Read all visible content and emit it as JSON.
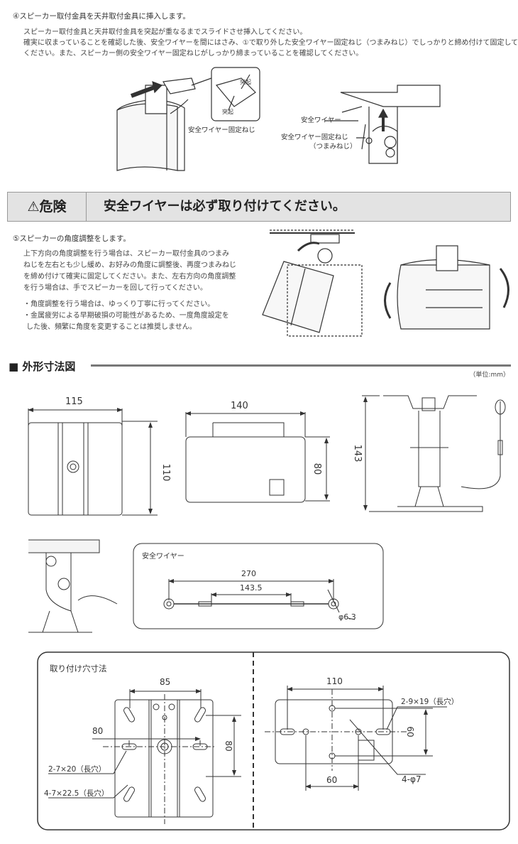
{
  "step4": {
    "title": "④スピーカー取付金具を天井取付金具に挿入します。",
    "lines": [
      "スピーカー取付金具と天井取付金具を突起が重なるまでスライドさせ挿入してください。",
      "確実に収まっていることを確認した後、安全ワイヤーを間にはさみ、①で取り外した安全ワイヤー固定ねじ（つまみねじ）でしっかりと締め付けて固定して",
      "ください。また、スピーカー側の安全ワイヤー固定ねじがしっかり締まっていることを確認してください。"
    ],
    "callouts": {
      "protrusion_a": "突起",
      "protrusion_b": "突起",
      "wire_screw": "安全ワイヤー固定ねじ",
      "safety_wire": "安全ワイヤー",
      "wire_screw_knob_1": "安全ワイヤー固定ねじ",
      "wire_screw_knob_2": "（つまみねじ）"
    }
  },
  "danger": {
    "label": "危険",
    "message": "安全ワイヤーは必ず取り付けてください。"
  },
  "step5": {
    "title": "⑤スピーカーの角度調整をします。",
    "lines": [
      "上下方向の角度調整を行う場合は、スピーカー取付金具のつまみ",
      "ねじを左右とも少し緩め、お好みの角度に調整後、再度つまみねじ",
      "を締め付けて確実に固定してください。また、左右方向の角度調整",
      "を行う場合は、手でスピーカーを回して行ってください。"
    ],
    "notes": [
      "・角度調整を行う場合は、ゆっくり丁寧に行ってください。",
      "・金属疲労による早期破損の可能性があるため、一度角度設定を",
      "した後、頻繁に角度を変更することは推奨しません。"
    ]
  },
  "dimensions": {
    "title": "外形寸法図",
    "unit": "（単位:mm）",
    "front_width": "115",
    "front_height": "110",
    "top_width": "140",
    "top_height": "80",
    "side_height": "143",
    "wire": {
      "label": "安全ワイヤー",
      "length": "270",
      "inner": "143.5",
      "hole": "φ6.3"
    },
    "mounting": {
      "title": "取り付け穴寸法",
      "left": {
        "width": "85",
        "inner": "80",
        "height": "80",
        "slot_a": "2-7×20（長穴）",
        "slot_b": "4-7×22.5（長穴）"
      },
      "right": {
        "width": "110",
        "slot": "2-9×19（長穴）",
        "height": "60",
        "bottom": "60",
        "hole": "4-φ7"
      }
    }
  }
}
